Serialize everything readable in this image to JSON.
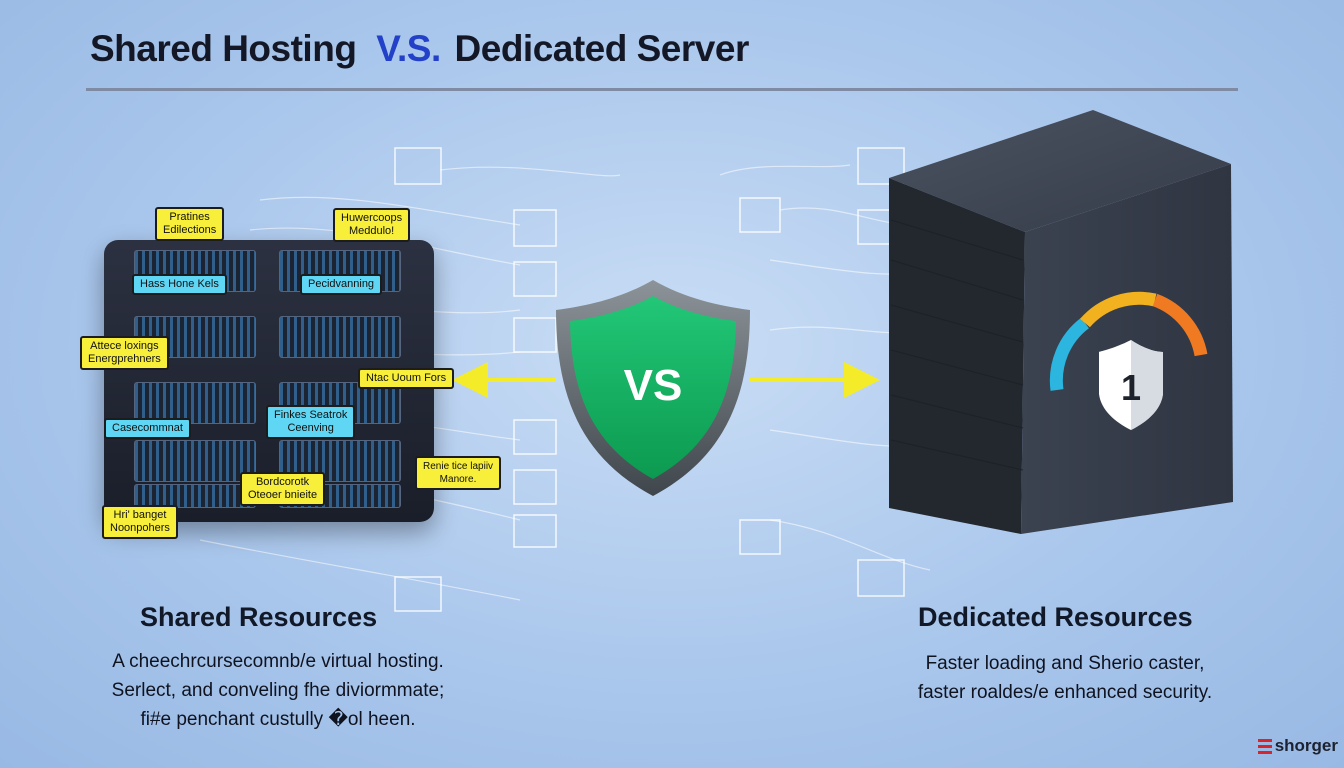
{
  "title": {
    "left": "Shared Hosting",
    "vs": "V.S.",
    "right": "Dedicated Server"
  },
  "center_badge": "VS",
  "tower_badge": "1",
  "shared": {
    "heading": "Shared Resources",
    "body": "A cheechrcursecomnb/e virtual hosting.\nSerlect, and conveling fhe diviormmate;\nfi#e penchant custully �ol heen.",
    "callouts": [
      "Pratines\nEdilections",
      "Huwercoops\nMeddulo!",
      "Hass Hone Kels",
      "Pecidvanning",
      "Attece loxings\nEnergprehners",
      "Ntac Uoum Fors",
      "Casecommnat",
      "Finkes Seatrok\nCeenving",
      "Bordcorotk\nOteoer bnieite",
      "Renie tice lapiiv\nManore.",
      "Hri' banget\nNoonpohers"
    ]
  },
  "dedicated": {
    "heading": "Dedicated Resources",
    "body": "Faster loading and Sherio caster,\nfaster roaldes/e enhanced security."
  },
  "brand": {
    "text": "shorger"
  },
  "colors": {
    "background": "#aac7ec",
    "title_vs": "#2340c8",
    "callout_yellow": "#f8ef3a",
    "callout_cyan": "#5fd6f4",
    "shield_green": "#13b463",
    "arrow_yellow": "#f4ec29",
    "gauge": [
      "#2bb5df",
      "#f2b11f",
      "#ef7a22"
    ]
  }
}
